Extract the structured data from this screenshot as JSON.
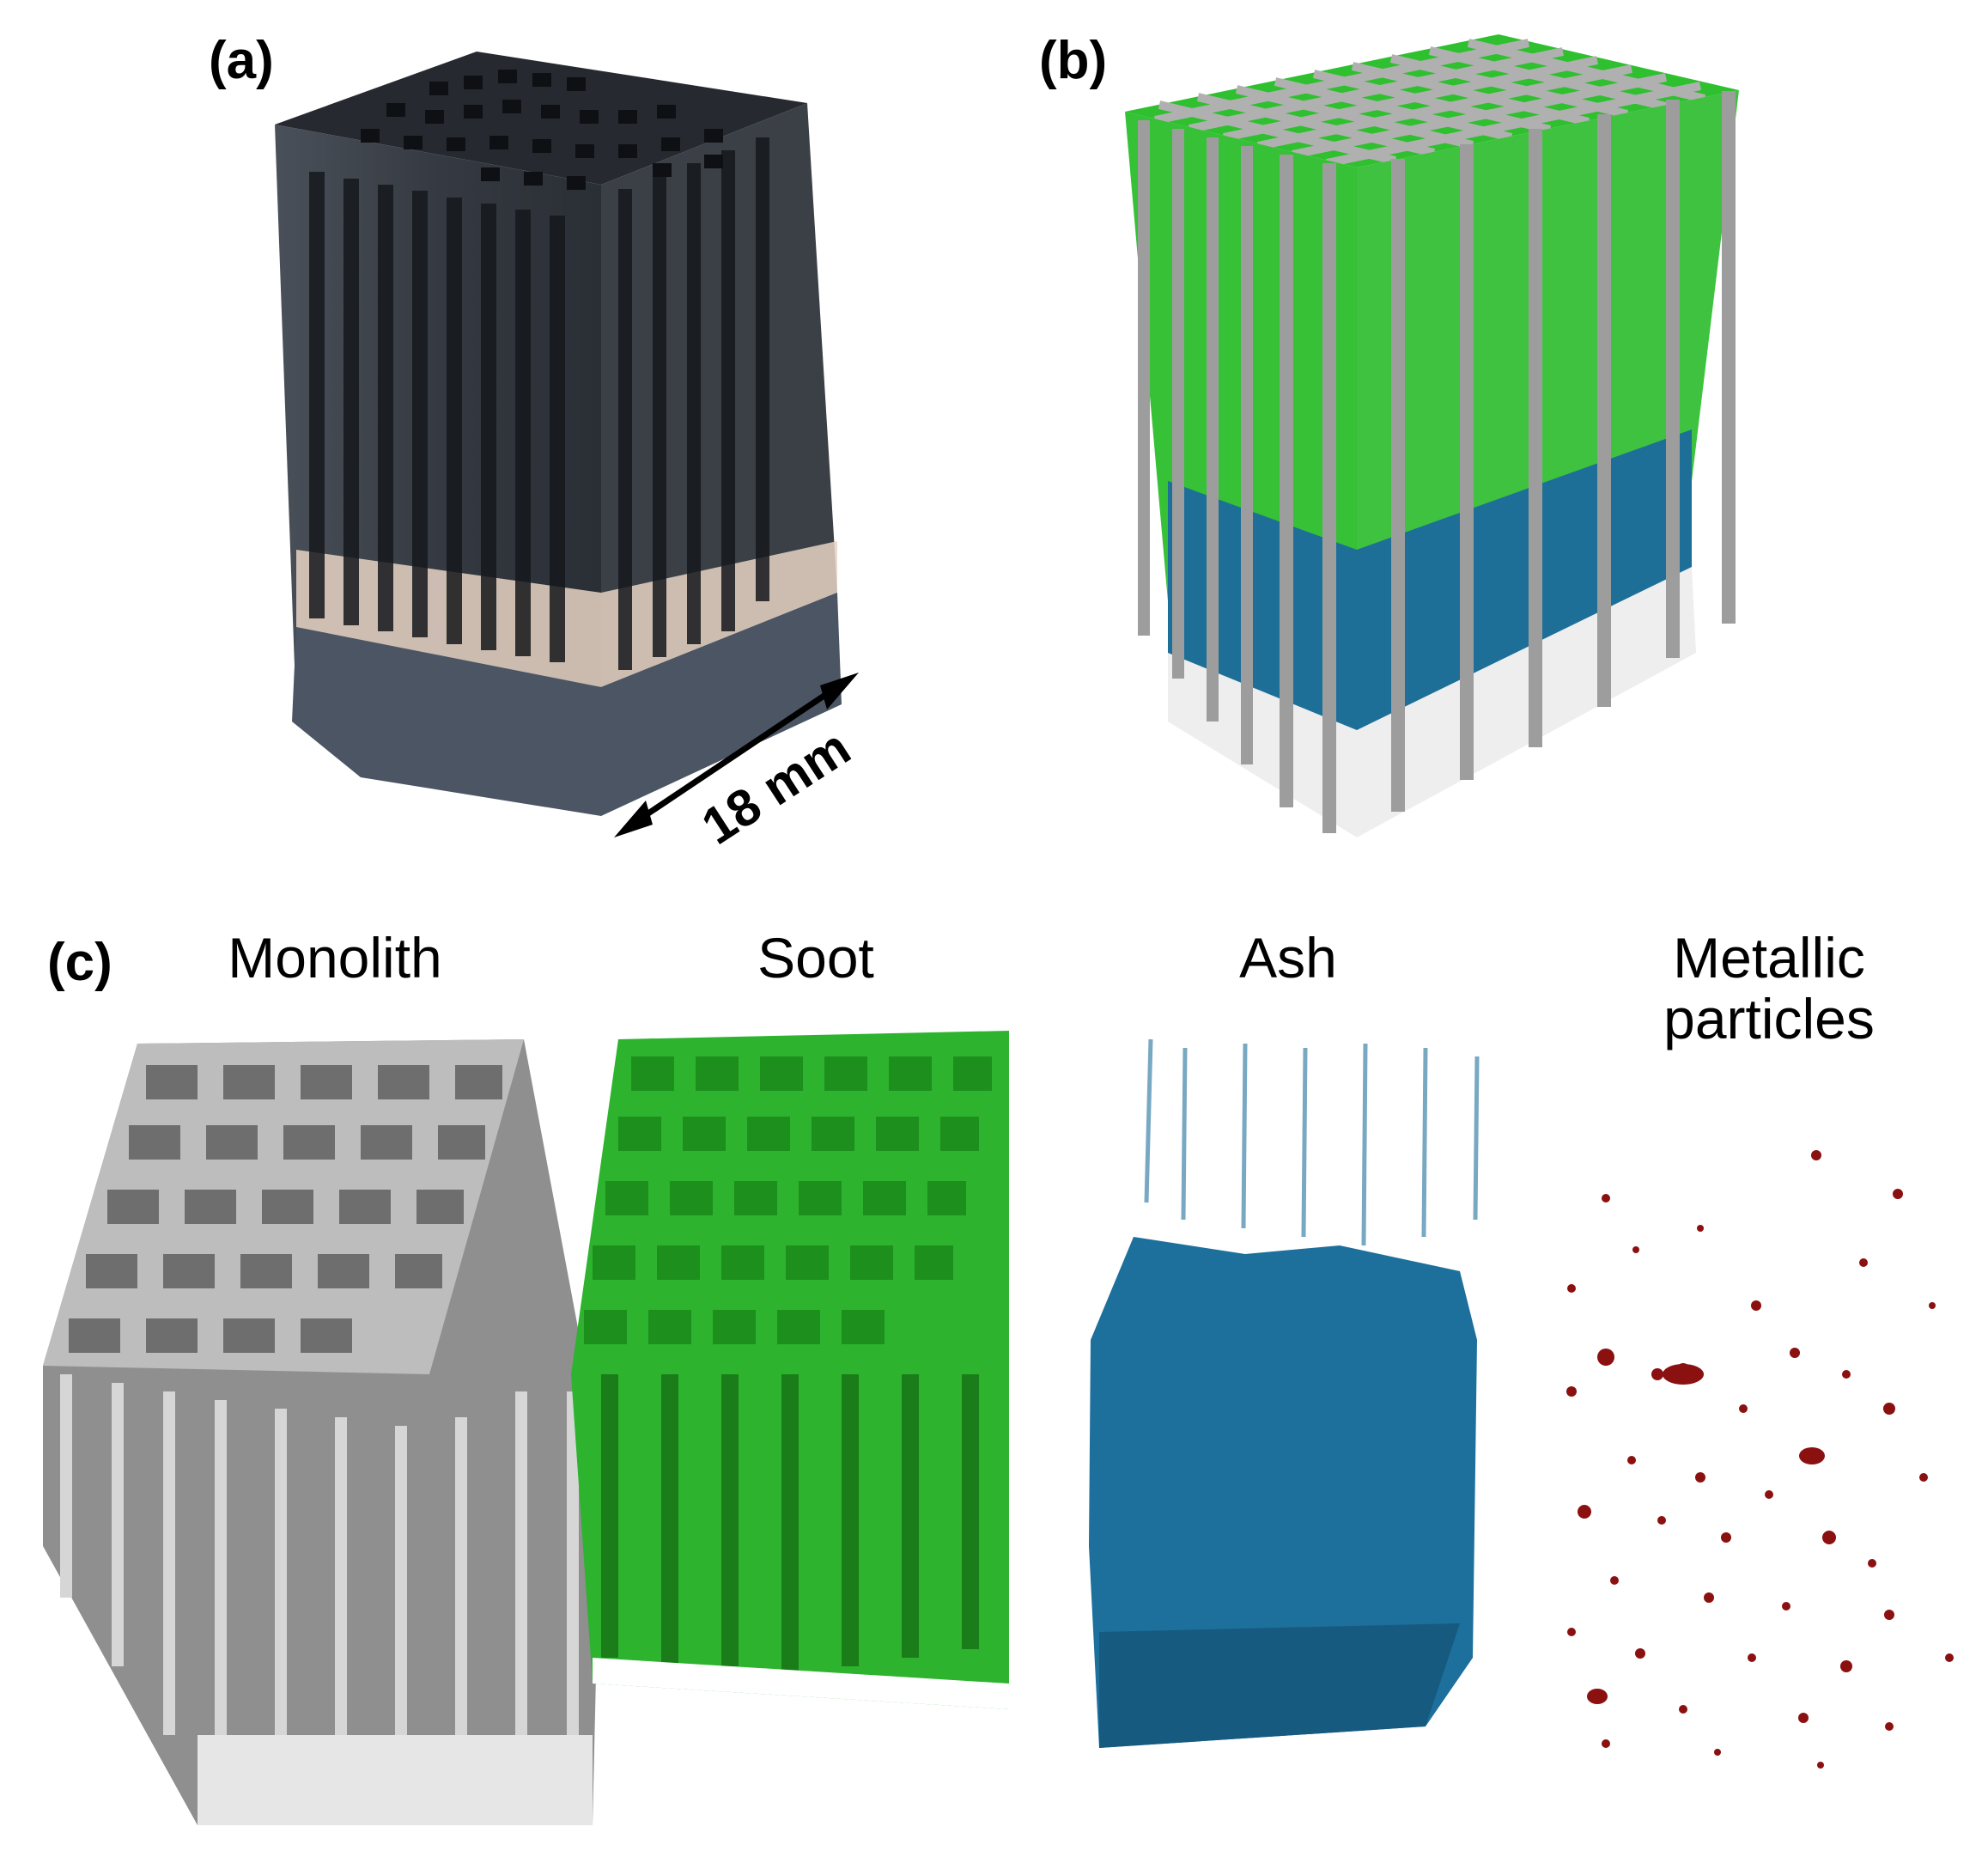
{
  "panels": {
    "a": {
      "label": "(a)",
      "scale_label": "18 mm"
    },
    "b": {
      "label": "(b)"
    },
    "c": {
      "label": "(c)",
      "columns": [
        {
          "title": "Monolith"
        },
        {
          "title": "Soot"
        },
        {
          "title": "Ash"
        },
        {
          "title_line1": "Metallic",
          "title_line2": "particles"
        }
      ]
    }
  },
  "colors": {
    "monolith": "#a9a9a9",
    "soot": "#2fbf2f",
    "ash": "#1f6f9a",
    "metallic": "#8b1010",
    "photo_dark": "#2e333b"
  },
  "icons": [
    "double-arrow-icon"
  ]
}
